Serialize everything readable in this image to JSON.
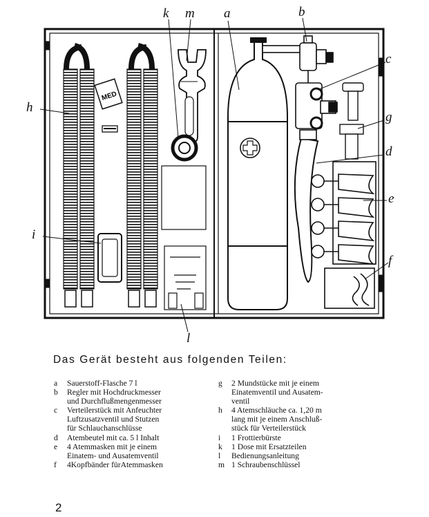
{
  "figure": {
    "callouts": {
      "k": "k",
      "m": "m",
      "a": "a",
      "b": "b",
      "c": "c",
      "h": "h",
      "g": "g",
      "d": "d",
      "e": "e",
      "i": "i",
      "f": "f",
      "l": "l"
    },
    "logo_text": "MED"
  },
  "heading": "Das Gerät besteht aus folgenden Teilen:",
  "parts_left": [
    {
      "letter": "a",
      "text": "Sauerstoff-Flasche 7 l"
    },
    {
      "letter": "b",
      "text": "Regler mit Hochdruckmesser\nund Durchflußmengenmesser"
    },
    {
      "letter": "c",
      "text": "Verteilerstück mit Anfeuchter\nLuftzusatzventil und Stutzen\nfür Schlauchanschlüsse"
    },
    {
      "letter": "d",
      "text": "Atembeutel mit ca. 5 l Inhalt"
    },
    {
      "letter": "e",
      "text": "4 Atemmasken mit je einem\nEinatem- und Ausatemventil"
    },
    {
      "letter": "f",
      "text": "4Kopfbänder fürAtemmasken"
    }
  ],
  "parts_right": [
    {
      "letter": "g",
      "text": "2 Mundstücke mit je einem\nEinatemventil und Ausatem-\nventil"
    },
    {
      "letter": "h",
      "text": "4 Atemschläuche ca. 1,20 m\nlang mit je einem Anschluß-\nstück für Verteilerstück"
    },
    {
      "letter": "i",
      "text": "1 Frottierbürste"
    },
    {
      "letter": "k",
      "text": "1 Dose mit Ersatzteilen"
    },
    {
      "letter": "l",
      "text": "Bedienungsanleitung"
    },
    {
      "letter": "m",
      "text": "1 Schraubenschlüssel"
    }
  ],
  "page_number": "2"
}
